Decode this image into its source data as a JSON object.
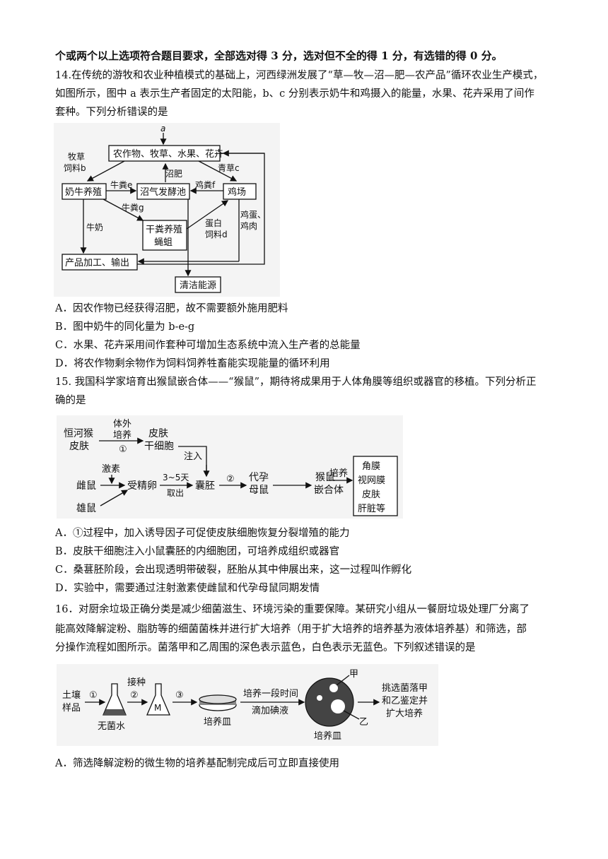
{
  "header_line": "个或两个以上选项符合题目要求，全部选对得 3 分，选对但不全的得 1 分，有选错的得 0 分。",
  "q14": {
    "stem": [
      "14.在传统的游牧和农业种植模式的基础上，河西绿洲发展了“草—牧—沼—肥—农产品”循环农业生产模式，",
      "如图所示，图中 a 表示生产者固定的太阳能，b、c 分别表示奶牛和鸡摄入的能量，水果、花卉采用了间作",
      "套种。下列分析错误的是"
    ],
    "figure": {
      "a": "a",
      "crops": "农作物、牧草、水果、花卉",
      "biogas_manure": "沼肥",
      "grass_feed_1": "牧草",
      "grass_feed_2": "饲料b",
      "green_grass": "青草c",
      "cattle": "奶牛养殖",
      "biogas": "沼气发酵池",
      "chicken": "鸡场",
      "cow_dung_e": "牛粪e",
      "chicken_dung_f": "鸡粪f",
      "cow_dung_g": "牛粪g",
      "milk": "牛奶",
      "fly_1": "干粪养殖",
      "fly_2": "蝇蛆",
      "protein_1": "蛋白",
      "protein_2": "饲料d",
      "eggs_1": "鸡蛋、",
      "eggs_2": "鸡肉",
      "processing": "产品加工、输出",
      "clean_energy": "清洁能源"
    },
    "options": [
      "A．因农作物已经获得沼肥，故不需要额外施用肥料",
      "B．图中奶牛的同化量为 b-e-g",
      "C．水果、花卉采用间作套种可增加生态系统中流入生产者的总能量",
      "D．将农作物剩余物作为饲料饲养牲畜能实现能量的循环利用"
    ]
  },
  "q15": {
    "stem": [
      "15. 我国科学家培育出猴鼠嵌合体——“猴鼠”，期待将成果用于人体角膜等组织或器官的移植。下列分析正",
      "确的是"
    ],
    "figure": {
      "monkey_1": "恒河猴",
      "monkey_2": "皮肤",
      "invitro_1": "体外",
      "invitro_2": "培养",
      "step1": "①",
      "stemcell_1": "皮肤",
      "stemcell_2": "干细胞",
      "inject": "注入",
      "hormone": "激素",
      "female": "雌鼠",
      "male": "雄鼠",
      "zygote": "受精卵",
      "days": "3~5天",
      "takeout": "取出",
      "blastocyst": "囊胚",
      "step2": "②",
      "surrogate_1": "代孕",
      "surrogate_2": "母鼠",
      "chimera_1": "猴鼠",
      "chimera_2": "嵌合体",
      "culture": "培养",
      "organs": [
        "角膜",
        "视网膜",
        "皮肤",
        "肝脏等"
      ]
    },
    "options": [
      "A．①过程中，加入诱导因子可促使皮肤细胞恢复分裂增殖的能力",
      "B．皮肤干细胞注入小鼠囊胚的内细胞团，可培养成组织或器官",
      "C．桑葚胚阶段，会出现透明带破裂，胚胎从其中伸展出来，这一过程叫作孵化",
      "D．实验中，需要通过注射激素使雌鼠和代孕母鼠同期发情"
    ]
  },
  "q16": {
    "stem": [
      "16．对厨余垃圾正确分类是减少细菌滋生、环境污染的重要保障。某研究小组从一餐厨垃圾处理厂分离了",
      "能高效降解淀粉、脂肪等的细菌菌株并进行扩大培养（用于扩大培养的培养基为液体培养基）和筛选，部",
      "分操作流程如图所示。菌落甲和乙周围的深色表示蓝色，白色表示无蓝色。下列叙述错误的是"
    ],
    "figure": {
      "soil_1": "土壤",
      "soil_2": "样品",
      "step1": "①",
      "sterile_water": "无菌水",
      "inoculate": "接种",
      "step2": "②",
      "flask_label": "M",
      "step3": "③",
      "dish": "培养皿",
      "culture_time": "培养一段时间",
      "iodine": "滴加碘液",
      "jia": "甲",
      "yi": "乙",
      "dish2": "培养皿",
      "select_1": "挑选菌落甲",
      "select_2": "和乙鉴定并",
      "select_3": "扩大培养"
    },
    "options": [
      "A．筛选降解淀粉的微生物的培养基配制完成后可立即直接使用"
    ]
  }
}
